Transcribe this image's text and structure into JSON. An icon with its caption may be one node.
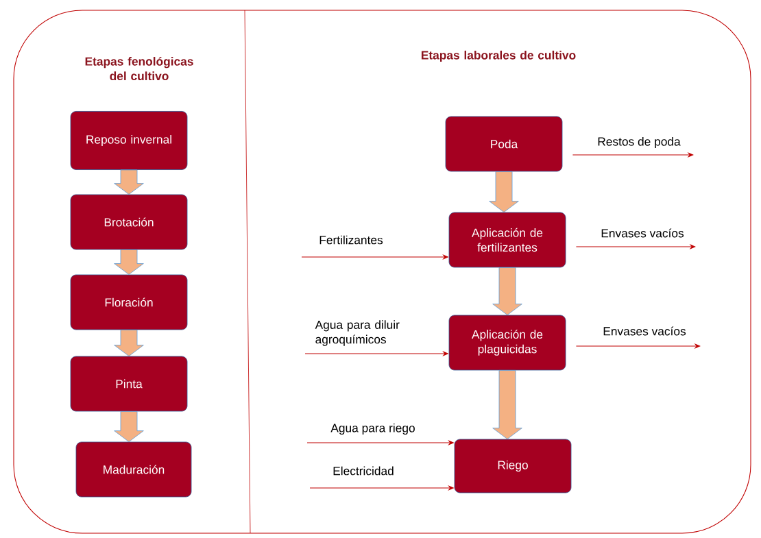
{
  "diagram": {
    "nodes": [
      {
        "text": [
          "Reposo invernal"
        ]
      },
      {
        "text": [
          "Brotación"
        ]
      },
      {
        "text": [
          "Floración"
        ]
      },
      {
        "text": [
          "Pinta"
        ]
      },
      {
        "text": [
          "Maduración"
        ]
      },
      {
        "text": [
          "Poda"
        ]
      },
      {
        "text": [
          "Aplicación de fertilizantes"
        ]
      },
      {
        "text": [
          "Aplicación de plaguicidas"
        ]
      },
      {
        "text": [
          "Riego"
        ]
      }
    ],
    "edges": [
      {
        "from": 0,
        "to": 1,
        "arrow": "to",
        "style": "thick",
        "color": "#f4b183"
      },
      {
        "from": 1,
        "to": 2,
        "arrow": "to",
        "style": "thick",
        "color": "#f4b183"
      },
      {
        "from": 2,
        "to": 3,
        "arrow": "to",
        "style": "thick",
        "color": "#f4b183"
      },
      {
        "from": 3,
        "to": 4,
        "arrow": "to",
        "style": "thick",
        "color": "#f4b183"
      },
      {
        "from": 5,
        "to": 6,
        "arrow": "to",
        "style": "thick",
        "color": "#f4b183"
      },
      {
        "from": 6,
        "to": 7,
        "arrow": "to",
        "style": "thick",
        "color": "#f4b183"
      },
      {
        "from": 7,
        "to": 8,
        "arrow": "to",
        "style": "thick",
        "color": "#f4b183"
      },
      {
        "from": 5,
        "to": null,
        "arrow": "to",
        "label": "Restos de poda"
      },
      {
        "from": null,
        "to": 6,
        "arrow": "to",
        "label": "Fertilizantes"
      },
      {
        "from": 6,
        "to": null,
        "arrow": "to",
        "label": "Envases vacíos"
      },
      {
        "from": null,
        "to": 7,
        "arrow": "to",
        "label": "Agua para diluir agroquímicos"
      },
      {
        "from": 7,
        "to": null,
        "arrow": "to",
        "label": "Envases vacíos"
      },
      {
        "from": null,
        "to": 8,
        "arrow": "to",
        "label": "Agua para riego"
      },
      {
        "from": null,
        "to": 8,
        "arrow": "to",
        "label": "Electricidad"
      }
    ],
    "labels": [
      "Etapas fenológicas del cultivo",
      "Etapas laborales de cultivo"
    ]
  }
}
